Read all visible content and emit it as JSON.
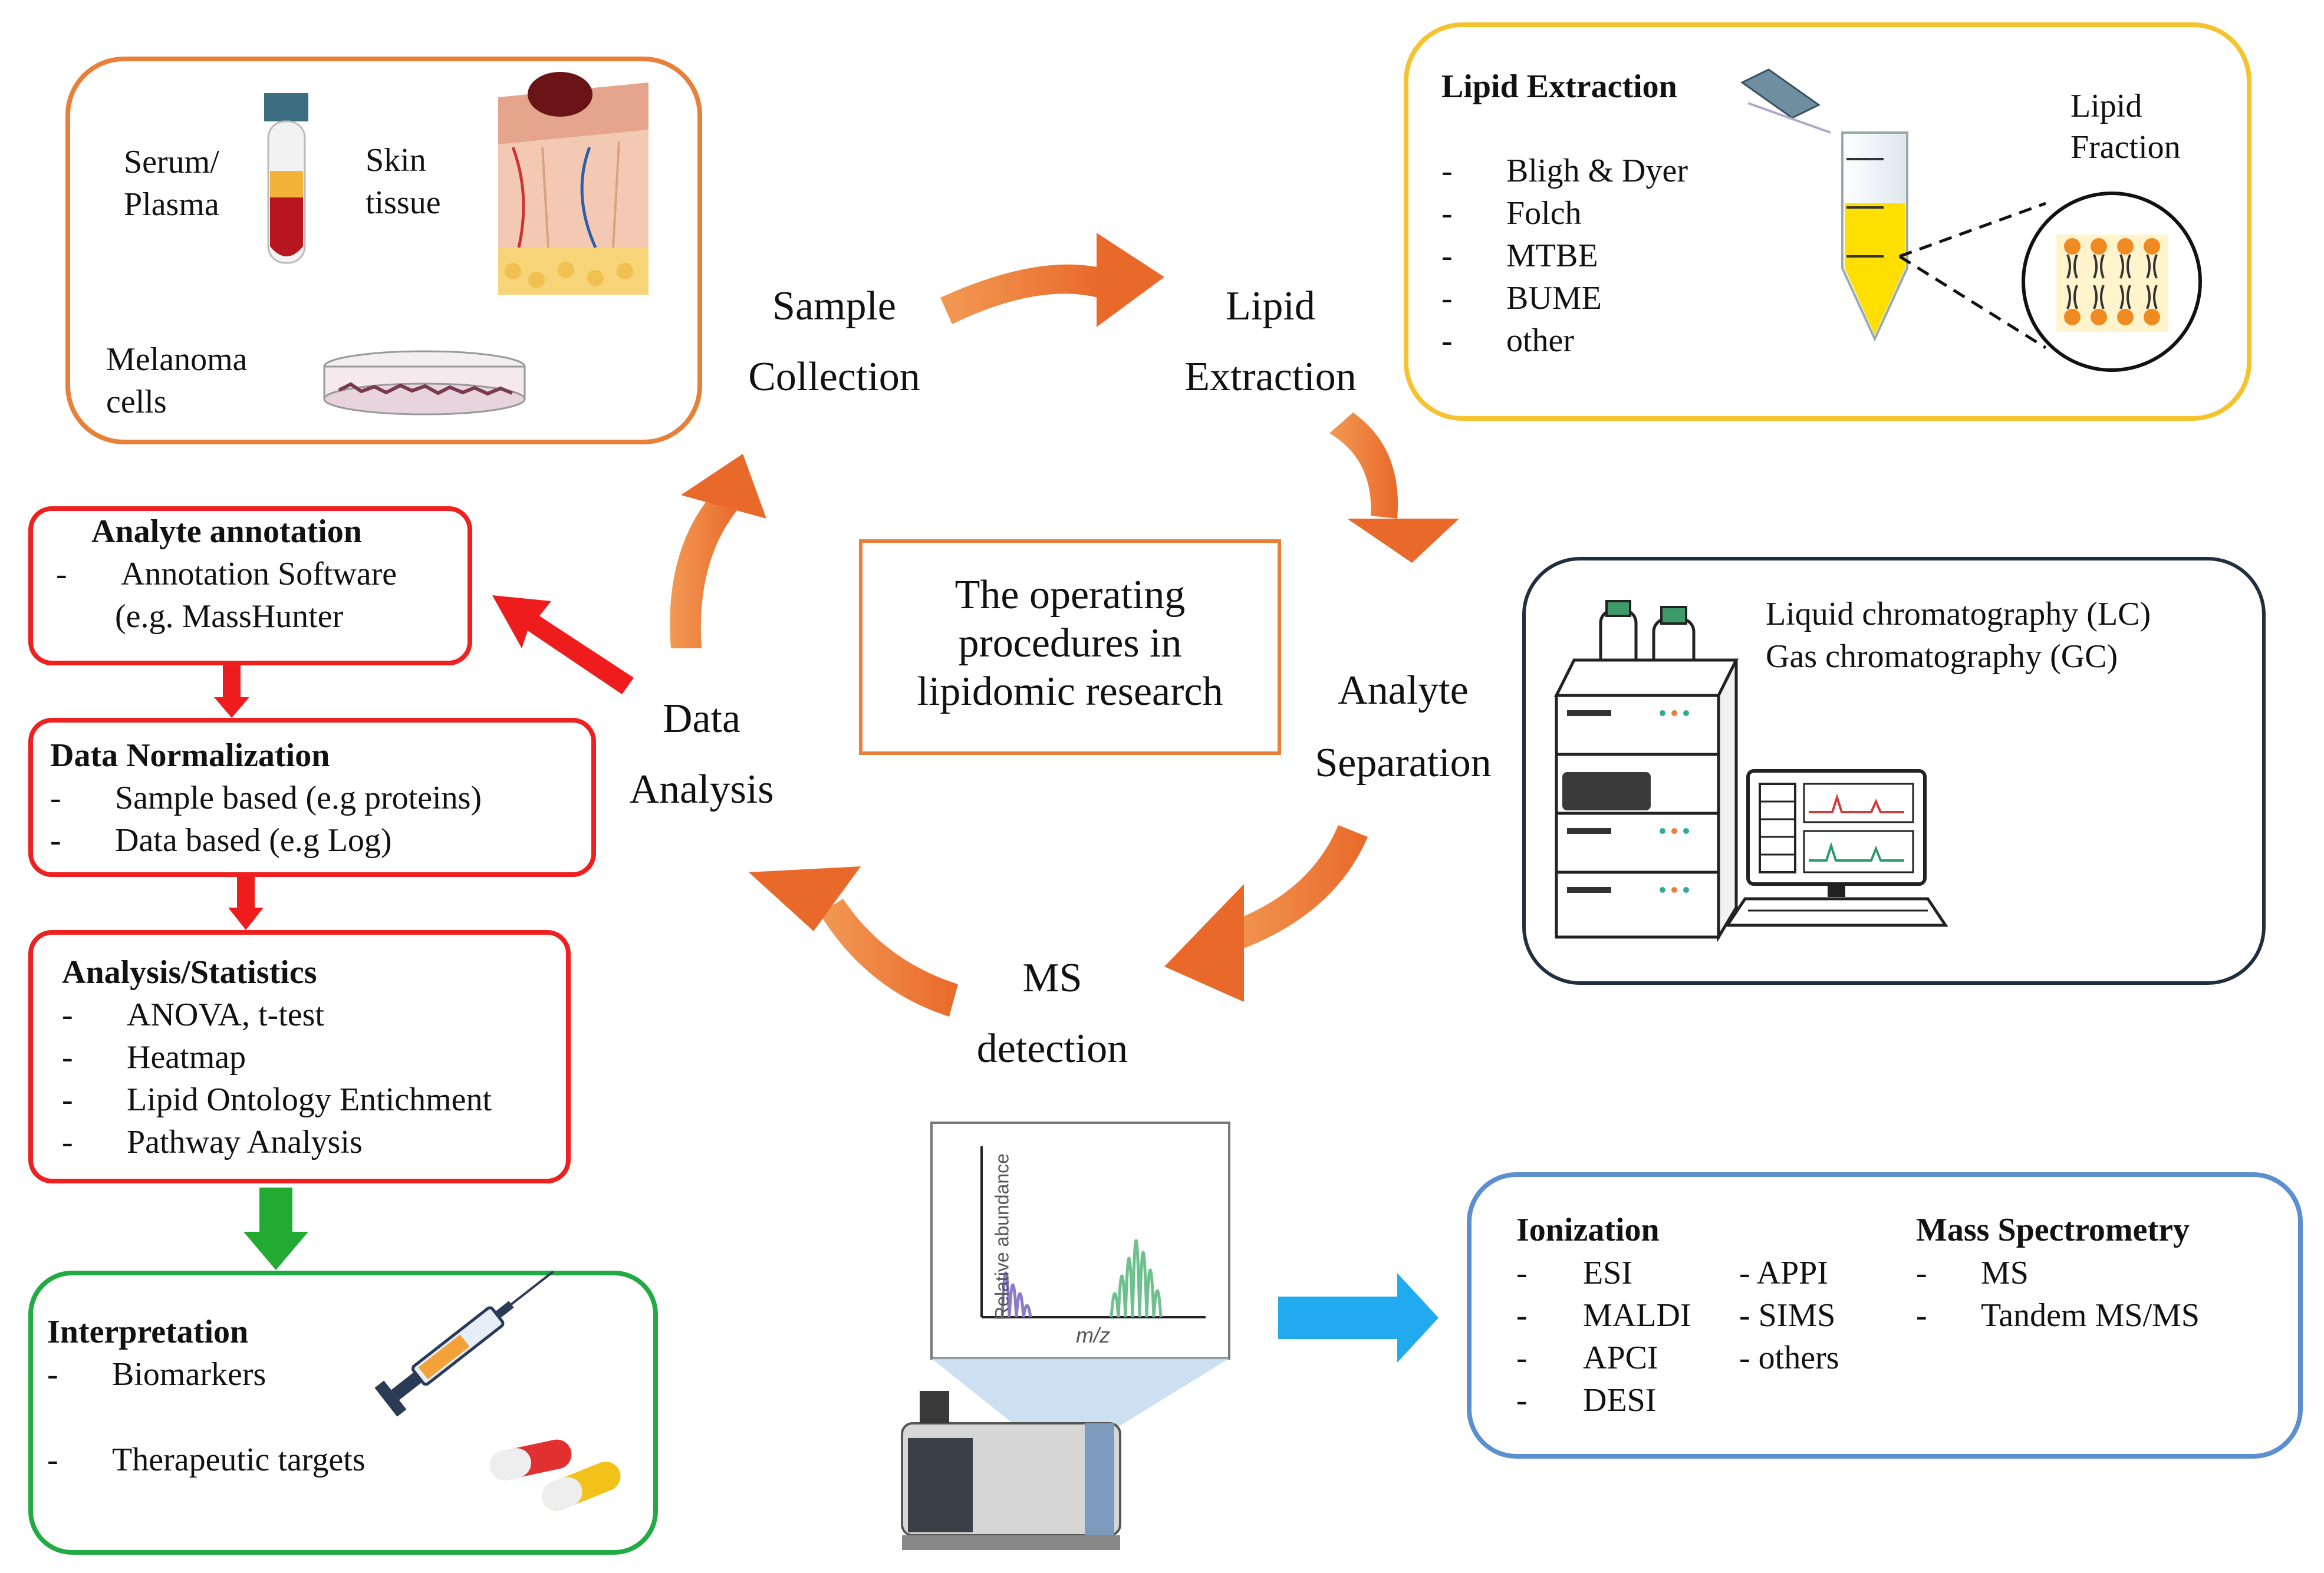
{
  "center": {
    "line1": "The operating",
    "line2": "procedures in",
    "line3": "lipidomic research"
  },
  "steps": {
    "sample_collection": [
      "Sample",
      "Collection"
    ],
    "lipid_extraction": [
      "Lipid",
      "Extraction"
    ],
    "analyte_separation": [
      "Analyte",
      "Separation"
    ],
    "ms_detection": [
      "MS",
      "detection"
    ],
    "data_analysis": [
      "Data",
      "Analysis"
    ]
  },
  "sample_box": {
    "serum": [
      "Serum/",
      "Plasma"
    ],
    "skin": [
      "Skin",
      "tissue"
    ],
    "melanoma": [
      "Melanoma",
      "cells"
    ]
  },
  "extraction_box": {
    "title": "Lipid Extraction",
    "items": [
      "Bligh & Dyer",
      "Folch",
      "MTBE",
      "BUME",
      "other"
    ],
    "fraction": [
      "Lipid",
      "Fraction"
    ]
  },
  "separation_box": {
    "lines": [
      "Liquid chromatography (LC)",
      "Gas chromatography (GC)"
    ]
  },
  "ms_plot": {
    "ylabel": "Relative abundance",
    "xlabel": "m/z"
  },
  "ionization_box": {
    "title": "Ionization",
    "col1": [
      "ESI",
      "MALDI",
      "APCI",
      "DESI"
    ],
    "col2": [
      "- APPI",
      "- SIMS",
      "- others"
    ],
    "ms_title": "Mass Spectrometry",
    "ms_items": [
      "MS",
      "Tandem MS/MS"
    ]
  },
  "annotation_box": {
    "title": "Analyte annotation",
    "line1": "Annotation Software",
    "line2": "(e.g. MassHunter"
  },
  "normalization_box": {
    "title": "Data Normalization",
    "items": [
      "Sample based (e.g proteins)",
      "Data based (e.g Log)"
    ]
  },
  "statistics_box": {
    "title": "Analysis/Statistics",
    "items": [
      "ANOVA, t-test",
      "Heatmap",
      "Lipid Ontology Entichment",
      "Pathway Analysis"
    ]
  },
  "interpretation_box": {
    "title": "Interpretation",
    "items": [
      "Biomarkers",
      "Therapeutic targets"
    ]
  },
  "dash": "-",
  "colors": {
    "orange_box": "#e8803a",
    "yellow_box": "#f5c330",
    "navy_box": "#1f2f40",
    "blue_box": "#5b8fd0",
    "red_box": "#ee2020",
    "green_box": "#22aa44",
    "cycle_arrow": "#ee7a35",
    "blue_arrow": "#22aaee",
    "green_arrow": "#22aa33",
    "red_arrow": "#ee1c1c"
  }
}
